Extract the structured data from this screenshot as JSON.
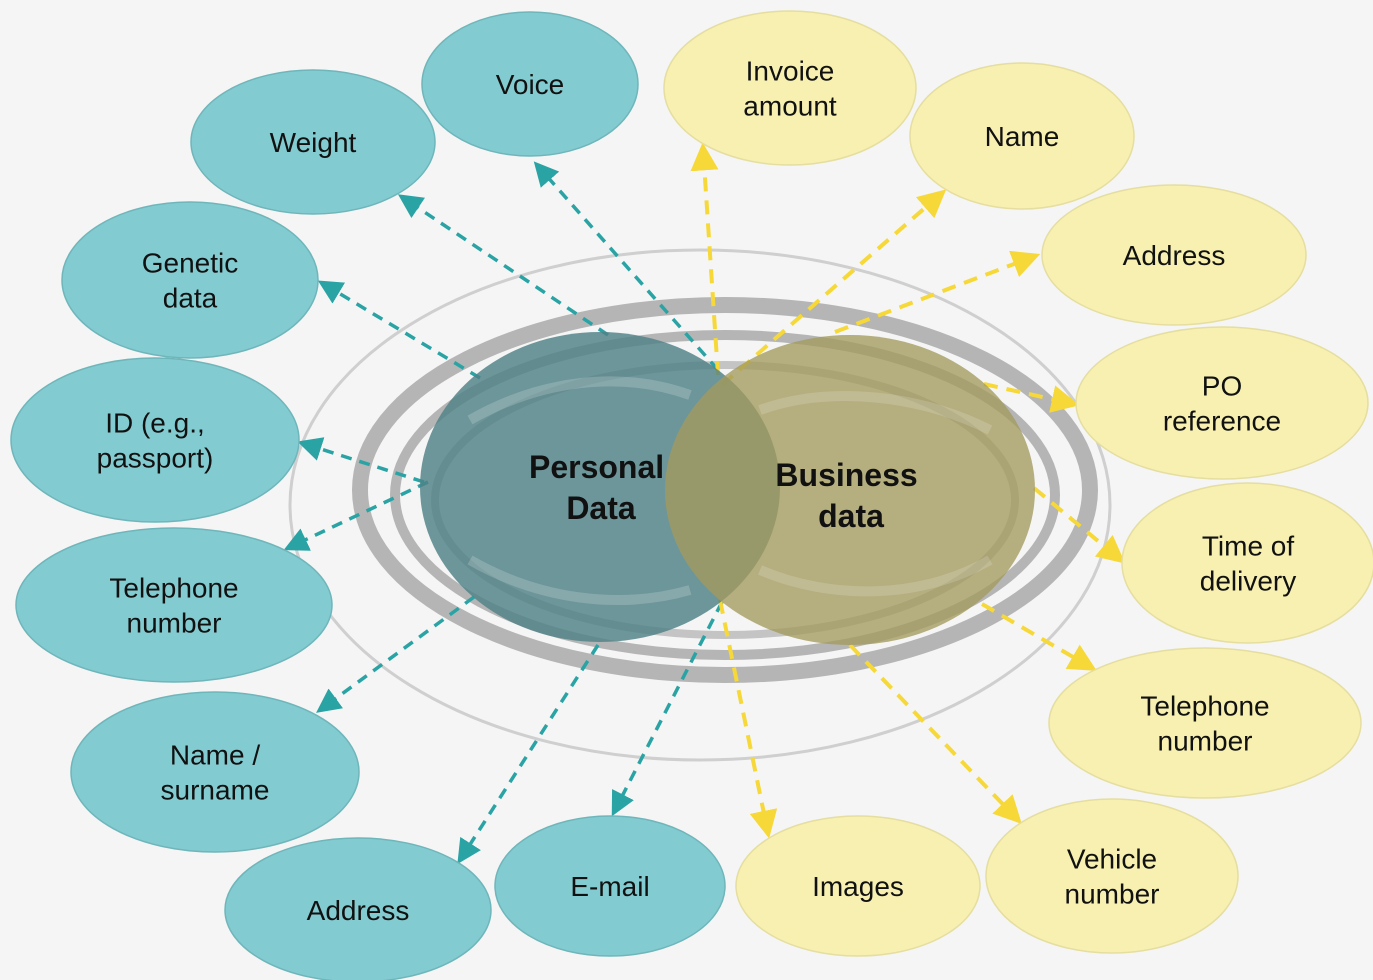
{
  "colors": {
    "personal": "#82cbd0",
    "business": "#f7f0b0",
    "personal_arrow": "#2aa3a5",
    "business_arrow": "#f6d838",
    "personal_circle": "#4f8186",
    "business_circle": "#a39a5e"
  },
  "center": {
    "personal": [
      "Personal",
      "Data"
    ],
    "business": [
      "Business",
      "data"
    ]
  },
  "personal_items": [
    [
      "Voice"
    ],
    [
      "Weight"
    ],
    [
      "Genetic",
      "data"
    ],
    [
      "ID (e.g.,",
      "passport)"
    ],
    [
      "Telephone",
      "number"
    ],
    [
      "Name /",
      "surname"
    ],
    [
      "Address"
    ],
    [
      "E-mail"
    ]
  ],
  "business_items": [
    [
      "Invoice",
      "amount"
    ],
    [
      "Name"
    ],
    [
      "Address"
    ],
    [
      "PO",
      "reference"
    ],
    [
      "Time of",
      "delivery"
    ],
    [
      "Telephone",
      "number"
    ],
    [
      "Vehicle",
      "number"
    ],
    [
      "Images"
    ]
  ]
}
